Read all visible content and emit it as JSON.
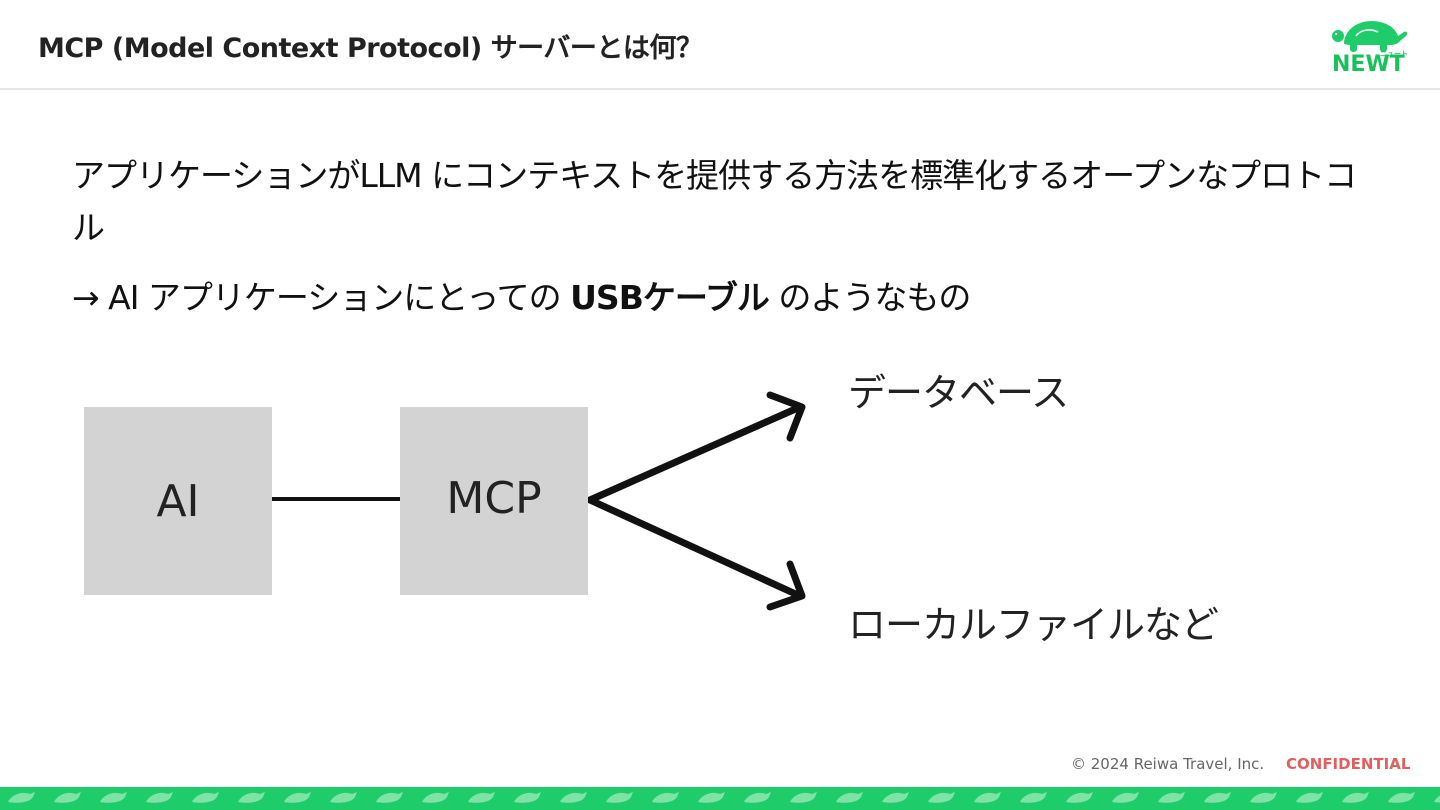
{
  "header": {
    "title": "MCP (Model Context Protocol) サーバーとは何？",
    "logo_word": "NEWT",
    "logo_kana": "ニュート"
  },
  "body": {
    "description": "アプリケーションがLLM にコンテキストを提供する方法を標準化するオープンなプロトコル",
    "analogy_prefix": "→ AI アプリケーションにとっての ",
    "analogy_emphasis": "USBケーブル",
    "analogy_suffix": " のようなもの"
  },
  "diagram": {
    "box_ai": "AI",
    "box_mcp": "MCP",
    "target_1": "データベース",
    "target_2": "ローカルファイルなど"
  },
  "footer": {
    "copyright": "© 2024 Reiwa Travel, Inc.",
    "confidential": "CONFIDENTIAL"
  },
  "colors": {
    "brand_green": "#1fcc6a",
    "confidential_red": "#e06060",
    "box_gray": "#d3d3d3"
  }
}
